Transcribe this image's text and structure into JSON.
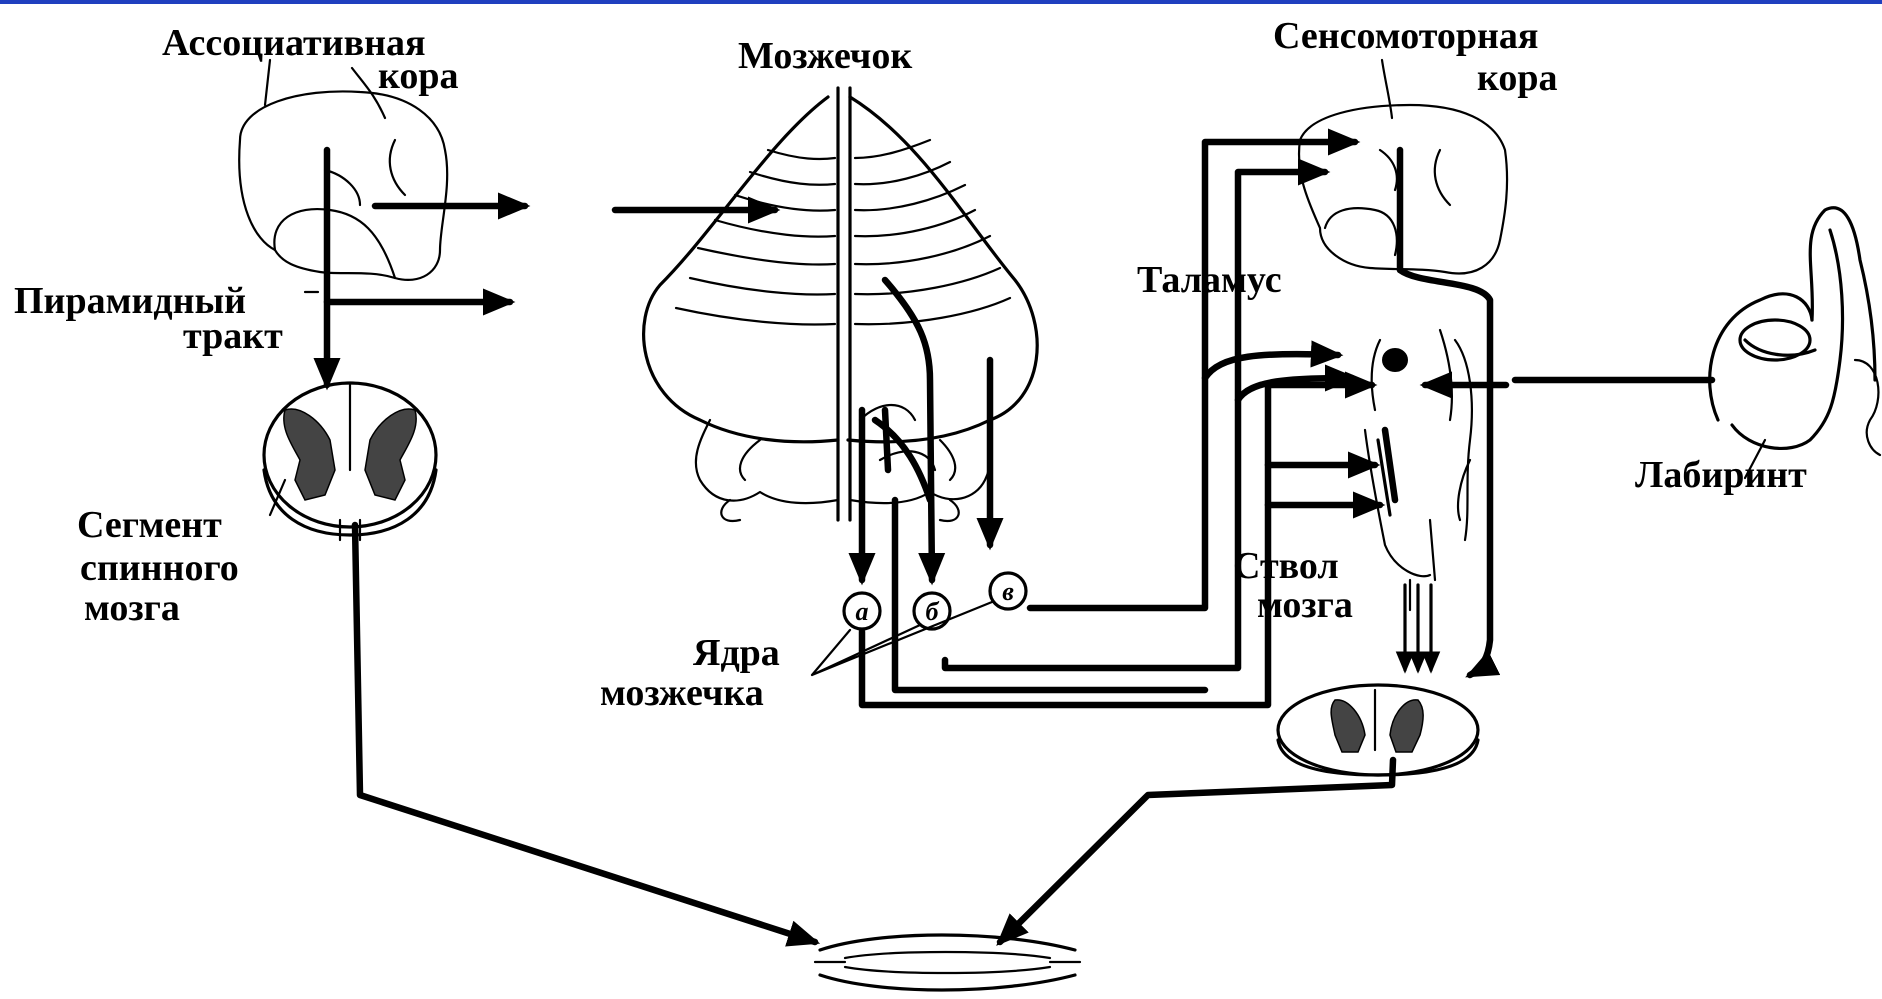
{
  "colors": {
    "top_bar": "#1f3fbf",
    "ink": "#000000",
    "background": "#ffffff"
  },
  "labels": {
    "association_cortex": [
      "Ассоциативная",
      "кора"
    ],
    "cerebellum": "Мозжечок",
    "sensorimotor_cortex": [
      "Сенсомоторная",
      "кора"
    ],
    "pyramidal_tract": [
      "Пирамидный",
      "тракт"
    ],
    "thalamus": "Таламус",
    "spinal_segment": [
      "Сегмент",
      "спинного",
      "мозга"
    ],
    "labyrinth": "Лабиринт",
    "brainstem": [
      "Ствол",
      "мозга"
    ],
    "cerebellar_nuclei": [
      "Ядра",
      "мозжечка"
    ]
  },
  "nuclei": [
    "а",
    "б",
    "в"
  ]
}
